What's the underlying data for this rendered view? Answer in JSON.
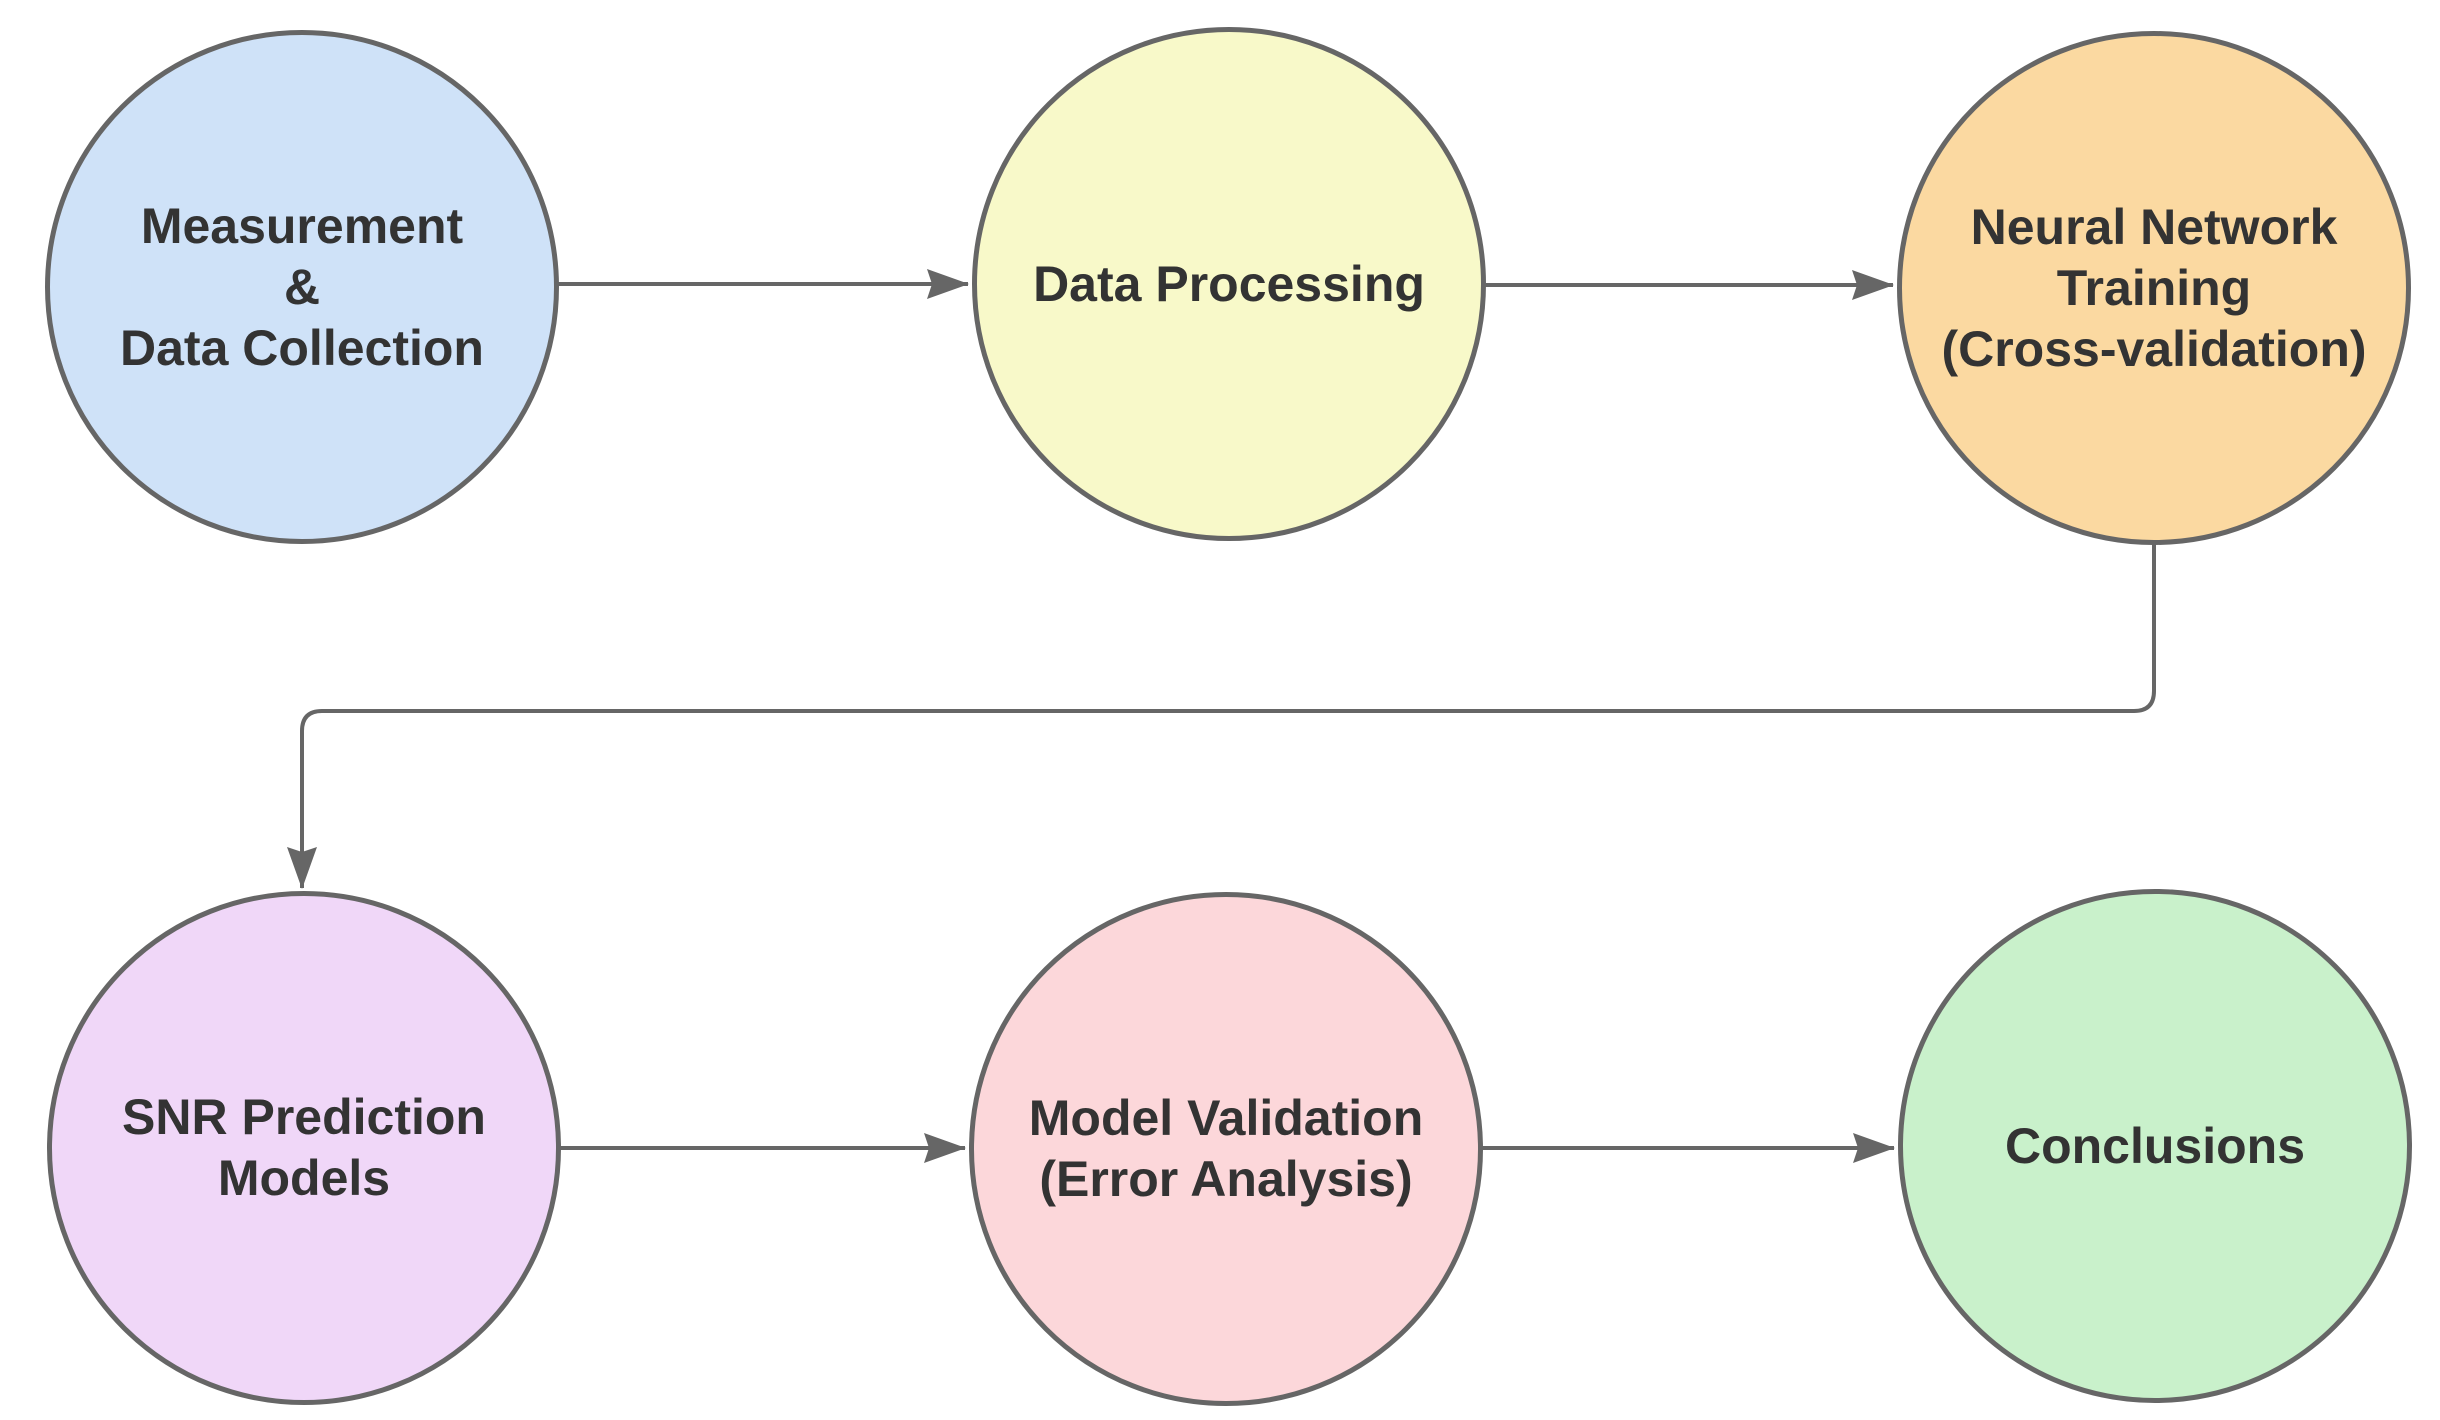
{
  "diagram": {
    "type": "flowchart",
    "background": "#ffffff"
  },
  "styles": {
    "node_border_color": "#666666",
    "arrow_color": "#666666",
    "text_color": "#333333"
  },
  "nodes": [
    {
      "id": "measurement",
      "label": "Measurement\n&\nData Collection",
      "fill": "#cfe2f8"
    },
    {
      "id": "data-processing",
      "label": "Data Processing",
      "fill": "#f8f9c9"
    },
    {
      "id": "nn-training",
      "label": "Neural Network\nTraining\n(Cross-validation)",
      "fill": "#fbd9a1"
    },
    {
      "id": "snr-models",
      "label": "SNR Prediction\nModels",
      "fill": "#f0d7f8"
    },
    {
      "id": "model-validation",
      "label": "Model Validation\n(Error Analysis)",
      "fill": "#fcd7da"
    },
    {
      "id": "conclusions",
      "label": "Conclusions",
      "fill": "#c9f1cb"
    }
  ],
  "edges": [
    {
      "from": "Measurement & Data Collection",
      "to": "Data Processing"
    },
    {
      "from": "Data Processing",
      "to": "Neural Network Training (Cross-validation)"
    },
    {
      "from": "Neural Network Training (Cross-validation)",
      "to": "SNR Prediction Models"
    },
    {
      "from": "SNR Prediction Models",
      "to": "Model Validation (Error Analysis)"
    },
    {
      "from": "Model Validation (Error Analysis)",
      "to": "Conclusions"
    }
  ]
}
